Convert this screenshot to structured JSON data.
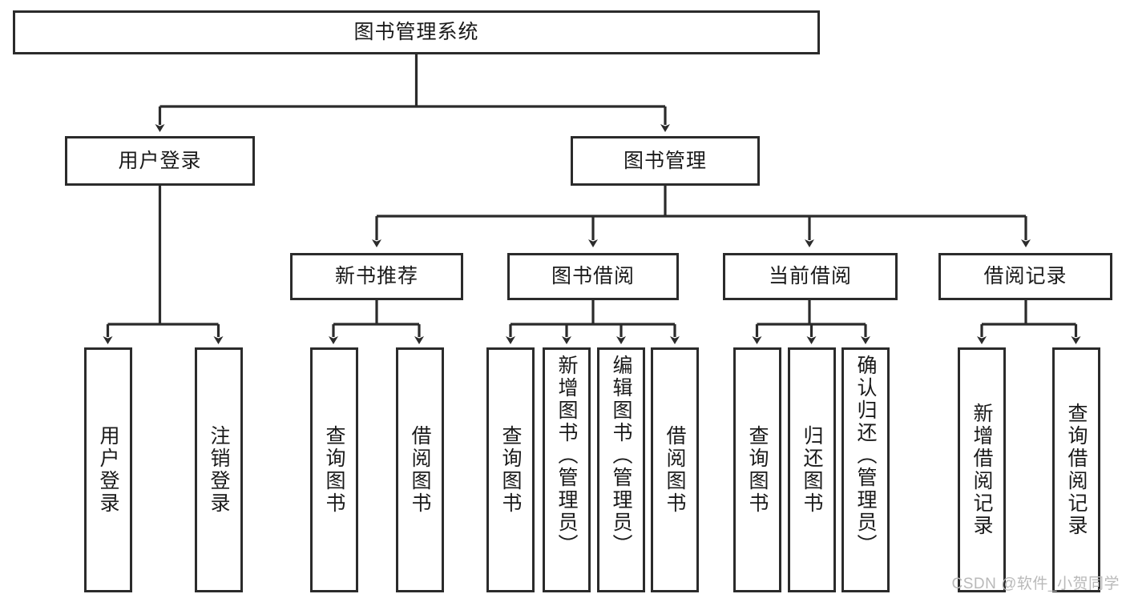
{
  "diagram": {
    "title": "图书管理系统",
    "type": "tree-hierarchy",
    "watermark": "CSDN @软件_小贺同学",
    "colors": {
      "border": "#2b2b2b",
      "background": "#ffffff",
      "text": "#1a1a1a",
      "watermark": "#b9b9b9"
    },
    "levels": {
      "root": {
        "label": "图书管理系统"
      },
      "level2": [
        {
          "label": "用户登录"
        },
        {
          "label": "图书管理"
        }
      ],
      "level3": [
        {
          "label": "新书推荐"
        },
        {
          "label": "图书借阅"
        },
        {
          "label": "当前借阅"
        },
        {
          "label": "借阅记录"
        }
      ],
      "leaves": {
        "user_login": [
          {
            "label": "用户登录"
          },
          {
            "label": "注销登录"
          }
        ],
        "new_book_recommend": [
          {
            "label": "查询图书"
          },
          {
            "label": "借阅图书"
          }
        ],
        "book_borrow": [
          {
            "label": "查询图书"
          },
          {
            "label": "新增图书（管理员）"
          },
          {
            "label": "编辑图书（管理员）"
          },
          {
            "label": "借阅图书"
          }
        ],
        "current_borrow": [
          {
            "label": "查询图书"
          },
          {
            "label": "归还图书"
          },
          {
            "label": "确认归还（管理员）"
          }
        ],
        "borrow_record": [
          {
            "label": "新增借阅记录"
          },
          {
            "label": "查询借阅记录"
          }
        ]
      }
    }
  }
}
